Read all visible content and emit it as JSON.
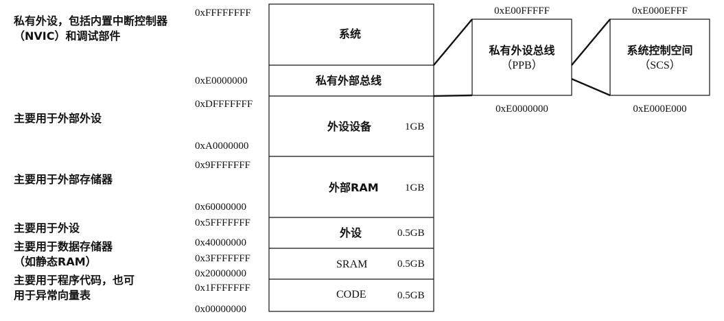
{
  "memory_map": {
    "regions": [
      {
        "name": "系统",
        "size": "",
        "start": "",
        "end": "0xFFFFFFFF",
        "desc": "私有外设，包括内置中断控制器\n（NVIC）和调试部件"
      },
      {
        "name": "私有外部总线",
        "size": "",
        "start": "0xE0000000",
        "end": "",
        "desc": ""
      },
      {
        "name": "外设设备",
        "size": "1GB",
        "start": "0xA0000000",
        "end": "0xDFFFFFFF",
        "desc": "主要用于外部外设"
      },
      {
        "name": "外部RAM",
        "size": "1GB",
        "start": "0x60000000",
        "end": "0x9FFFFFFF",
        "desc": "主要用于外部存储器"
      },
      {
        "name": "外设",
        "size": "0.5GB",
        "start": "0x40000000",
        "end": "0x5FFFFFFF",
        "desc": "主要用于外设"
      },
      {
        "name": "SRAM",
        "size": "0.5GB",
        "start": "0x20000000",
        "end": "0x3FFFFFFF",
        "desc": "主要用于数据存储器\n（如静态RAM）"
      },
      {
        "name": "CODE",
        "size": "0.5GB",
        "start": "0x00000000",
        "end": "0x1FFFFFFF",
        "desc": "主要用于程序代码，也可\n用于异常向量表"
      }
    ]
  },
  "ppb": {
    "title": "私有外设总线",
    "abbr": "（PPB）",
    "top_addr": "0xE00FFFFF",
    "bottom_addr": "0xE0000000"
  },
  "scs": {
    "title": "系统控制空间",
    "abbr": "（SCS）",
    "top_addr": "0xE000EFFF",
    "bottom_addr": "0xE000E000"
  },
  "colors": {
    "line": "#111111",
    "background": "#ffffff"
  }
}
